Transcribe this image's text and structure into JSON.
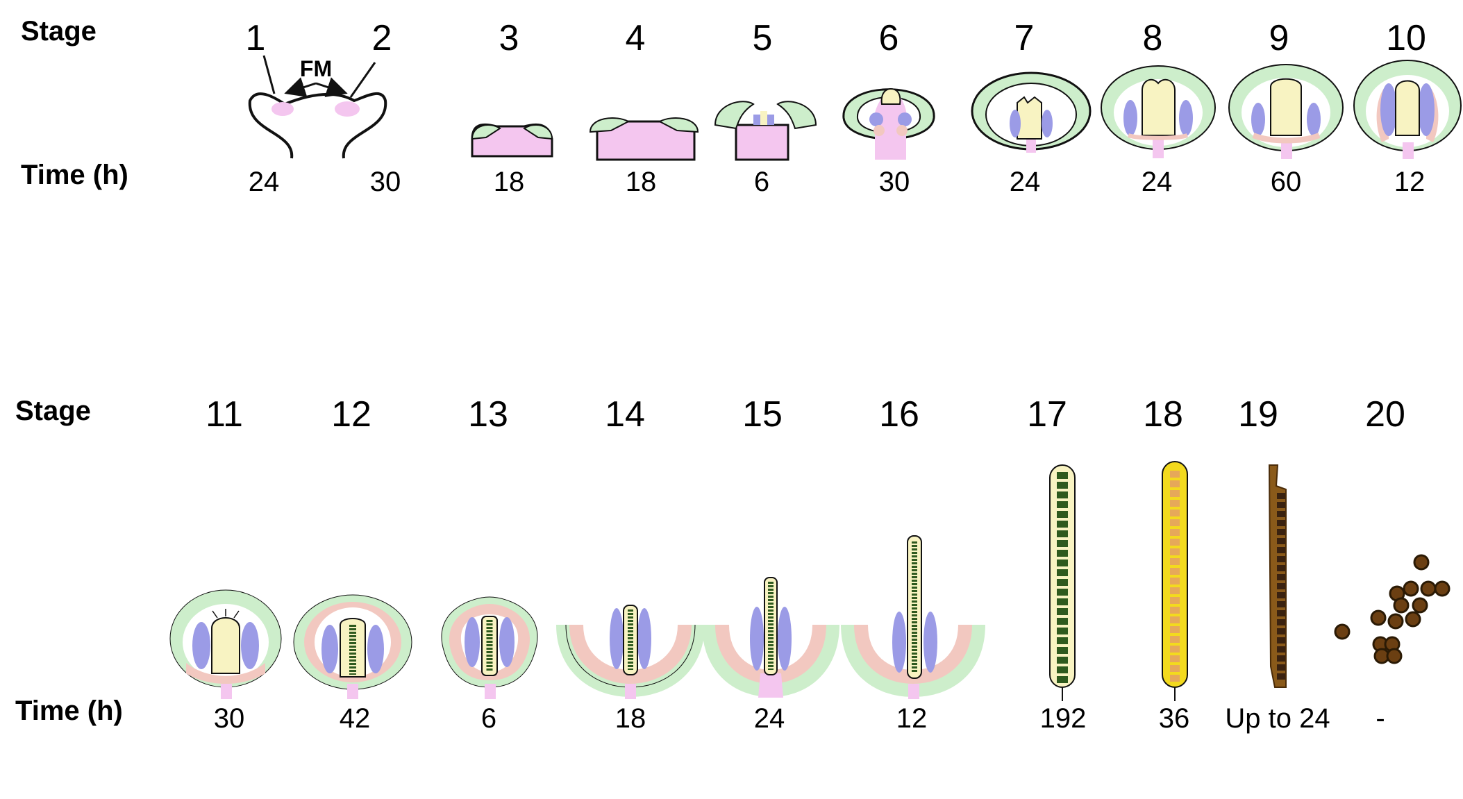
{
  "labels": {
    "stage": "Stage",
    "time": "Time (h)",
    "fm": "FM"
  },
  "colors": {
    "sepal": "#cdeecb",
    "petal": "#f2c8c0",
    "stamen": "#9b9be6",
    "gynoecium": "#f8f3c2",
    "meristem": "#f4c6ef",
    "ovule": "#2e5a1e",
    "silique_yellow": "#f3da1e",
    "seed_brown": "#6b3f12",
    "outline": "#111111"
  },
  "row1": [
    {
      "stage": "1",
      "time": "24"
    },
    {
      "stage": "2",
      "time": "30"
    },
    {
      "stage": "3",
      "time": "18"
    },
    {
      "stage": "4",
      "time": "18"
    },
    {
      "stage": "5",
      "time": "6"
    },
    {
      "stage": "6",
      "time": "30"
    },
    {
      "stage": "7",
      "time": "24"
    },
    {
      "stage": "8",
      "time": "24"
    },
    {
      "stage": "9",
      "time": "60"
    },
    {
      "stage": "10",
      "time": "12"
    }
  ],
  "row2": [
    {
      "stage": "11",
      "time": "30"
    },
    {
      "stage": "12",
      "time": "42"
    },
    {
      "stage": "13",
      "time": "6"
    },
    {
      "stage": "14",
      "time": "18"
    },
    {
      "stage": "15",
      "time": "24"
    },
    {
      "stage": "16",
      "time": "12"
    },
    {
      "stage": "17",
      "time": "192"
    },
    {
      "stage": "18",
      "time": "36"
    },
    {
      "stage": "19",
      "time": "Up to 24"
    },
    {
      "stage": "20",
      "time": "-"
    }
  ]
}
